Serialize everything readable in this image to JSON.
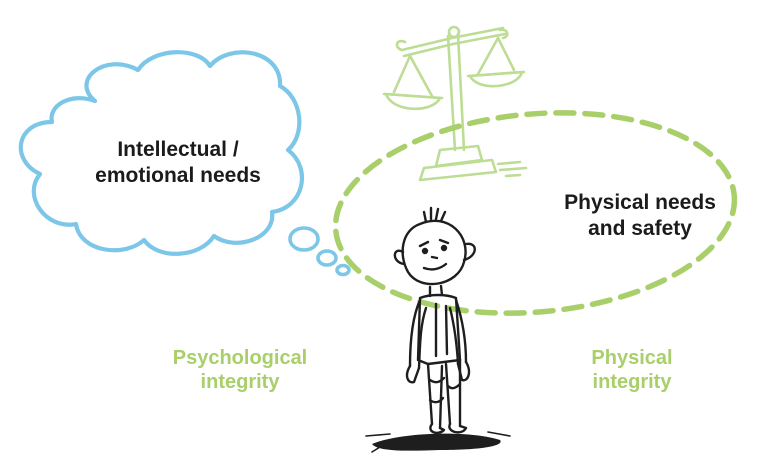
{
  "labels": {
    "intellectual_emotional": "Intellectual /\nemotional needs",
    "physical_needs": "Physical needs\nand safety",
    "psychological_integrity": "Psychological\nintegrity",
    "physical_integrity": "Physical\nintegrity"
  },
  "colors": {
    "cloud_outline": "#7cc6e8",
    "oval_dashed": "#a9cf6a",
    "scale_green": "#bddc94",
    "label_green": "#a9cf6a",
    "text_dark": "#1b1b1b",
    "sketch_line": "#1e1e1e"
  },
  "icons": [
    "thought-cloud",
    "dashed-oval",
    "justice-scale",
    "sketched-child"
  ]
}
